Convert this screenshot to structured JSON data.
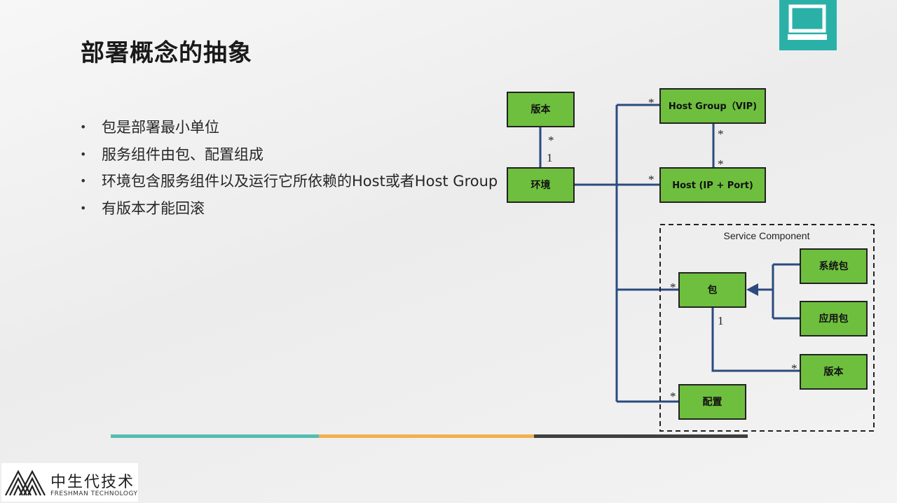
{
  "title": "部署概念的抽象",
  "bullets": [
    "包是部署最小单位",
    "服务组件由包、配置组成",
    "环境包含服务组件以及运行它所依赖的Host或者Host Group",
    "有版本才能回滚"
  ],
  "diagram": {
    "boxes": {
      "env_version": "版本",
      "environment": "环境",
      "host_group": "Host Group（VIP)",
      "host": "Host (IP + Port)",
      "package": "包",
      "system_package": "系统包",
      "app_package": "应用包",
      "pkg_version": "版本",
      "config": "配置"
    },
    "container_label": "Service Component",
    "multiplicity_many": "*",
    "multiplicity_one": "1"
  },
  "logo": {
    "name": "中生代技术",
    "subtitle": "FRESHMAN TECHNOLOGY"
  },
  "colors": {
    "box_fill": "#6fbf3f",
    "line": "#2b4a7e",
    "badge": "#2bb0a8",
    "bar_teal": "#54bdb3",
    "bar_orange": "#f1b04f",
    "bar_dark": "#3f3f3f"
  },
  "icons": {
    "corner_badge": "computer-monitor-icon",
    "logo": "mountain-stripes-logo"
  }
}
